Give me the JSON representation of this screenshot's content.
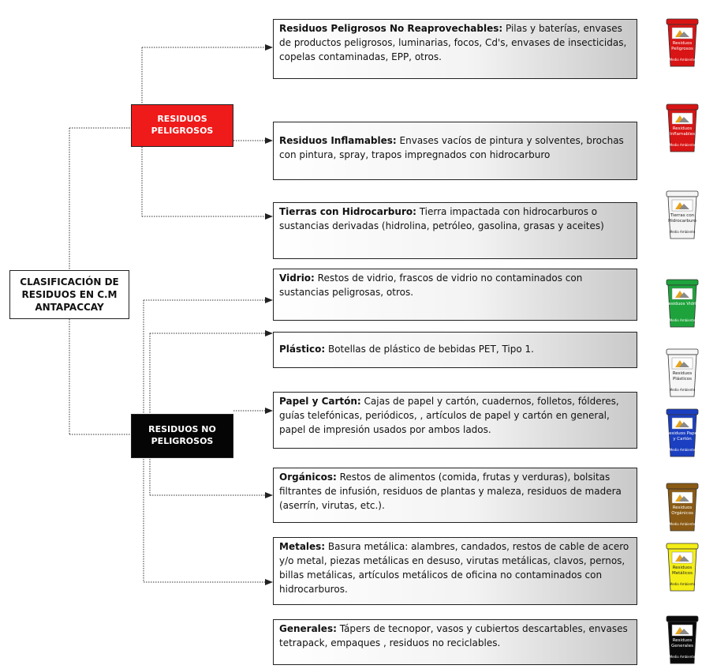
{
  "root": {
    "label": "CLASIFICACIÓN DE RESIDUOS EN C.M ANTAPACCAY"
  },
  "peligrosos": {
    "label": "RESIDUOS PELIGROSOS",
    "color": "#ef1a1a",
    "items": [
      {
        "title": "Residuos Peligrosos No Reaprovechables:",
        "text": " Pilas y baterías, envases de productos peligrosos, luminarias, focos, Cd's, envases de insecticidas, copelas contaminadas, EPP, otros.",
        "bin_color": "#d81414",
        "bin_label": "Residuos Peligrosos",
        "bin_footer": "Medio Ambiente"
      },
      {
        "title": "Residuos Inflamables:",
        "text": " Envases vacíos de pintura y solventes, brochas con pintura, spray, trapos impregnados con hidrocarburo",
        "bin_color": "#d81414",
        "bin_label": "Residuos Inflamables",
        "bin_footer": "Medio Ambiente"
      },
      {
        "title": "Tierras con Hidrocarburo:",
        "text": " Tierra impactada con hidrocarburos o sustancias derivadas (hidrolina, petróleo, gasolina, grasas y aceites)",
        "bin_color": "#f4f4f4",
        "bin_label": "Tierras con Hidrocarburo",
        "bin_footer": "Medio Ambiente"
      }
    ]
  },
  "no_peligrosos": {
    "label": "RESIDUOS NO PELIGROSOS",
    "color": "#050505",
    "items": [
      {
        "title": "Vidrio:",
        "text": " Restos de vidrio, frascos de vidrio no contaminados con sustancias peligrosas, otros.",
        "bin_color": "#1ea33c",
        "bin_label": "Residuos Vidrio",
        "bin_footer": "Medio Ambiente"
      },
      {
        "title": "Plástico:",
        "text": " Botellas de plástico de bebidas PET, Tipo 1.",
        "bin_color": "#f6f6f6",
        "bin_label": "Residuos Plásticos",
        "bin_footer": "Medio Ambiente"
      },
      {
        "title": "Papel y Cartón:",
        "text": " Cajas de papel y cartón, cuadernos, folletos, fólderes, guías telefónicas, periódicos, , artículos de papel y cartón en general, papel de impresión usados por ambos lados.",
        "bin_color": "#1b3fc0",
        "bin_label": "Residuos Papel y Cartón",
        "bin_footer": "Medio Ambiente"
      },
      {
        "title": "Orgánicos:",
        "text": " Restos de alimentos (comida, frutas y verduras), bolsitas filtrantes de infusión, residuos de plantas y maleza, residuos de madera (aserrín, virutas, etc.).",
        "bin_color": "#8a5a14",
        "bin_label": "Residuos Orgánicos",
        "bin_footer": "Medio Ambiente"
      },
      {
        "title": "Metales:",
        "text": " Basura metálica: alambres, candados, restos de cable de acero y/o metal, piezas metálicas en desuso, virutas metálicas, clavos, pernos, billas metálicas, artículos metálicos de oficina no contaminados con hidrocarburos.",
        "bin_color": "#f4ee16",
        "bin_label": "Residuos Metálicos",
        "bin_footer": "Medio Ambiente"
      },
      {
        "title": "Generales:",
        "text": " Tápers de tecnopor, vasos y cubiertos descartables, envases tetrapack, empaques , residuos no reciclables.",
        "bin_color": "#0a0a0a",
        "bin_label": "Residuos Generales",
        "bin_footer": "Medio Ambiente"
      }
    ]
  }
}
